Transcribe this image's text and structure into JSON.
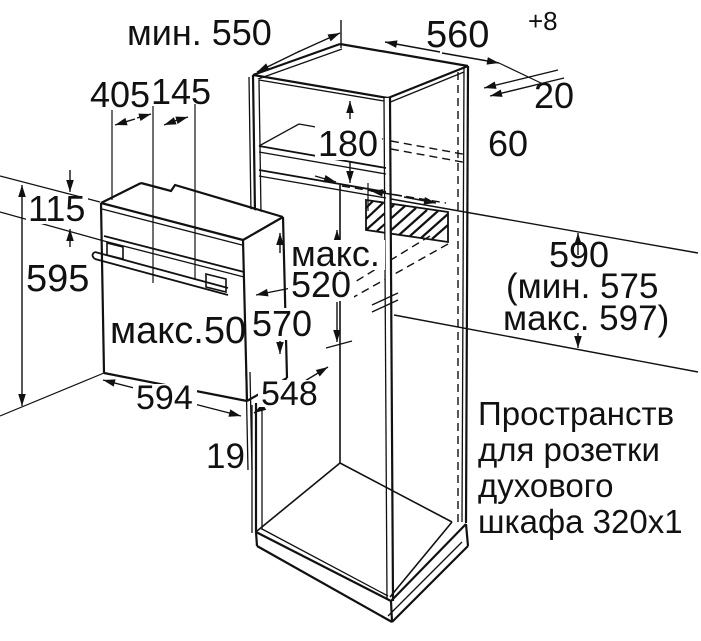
{
  "colors": {
    "line": "#111111",
    "background": "#ffffff"
  },
  "dimensions": {
    "top_min_depth": "мин. 550",
    "niche_width": "560",
    "niche_width_tolerance": "+8",
    "top_segment_a": "405",
    "top_segment_b": "145",
    "panel_height": "115",
    "oven_height": "595",
    "upper_compartment": "180",
    "panel_thickness": "20",
    "rear_gap": "60",
    "max_label": "макс.",
    "max_depth_value": "520",
    "oven_body_height": "570",
    "handle_max": "макс.50",
    "oven_width": "594",
    "oven_depth": "548",
    "front_gap": "19",
    "niche_height": "590",
    "niche_height_min": "(мин. 575",
    "niche_height_max": "макс. 597)"
  },
  "note": {
    "line1": "Пространств",
    "line2": "для розетки",
    "line3": "духового",
    "line4": "шкафа 320x1"
  }
}
